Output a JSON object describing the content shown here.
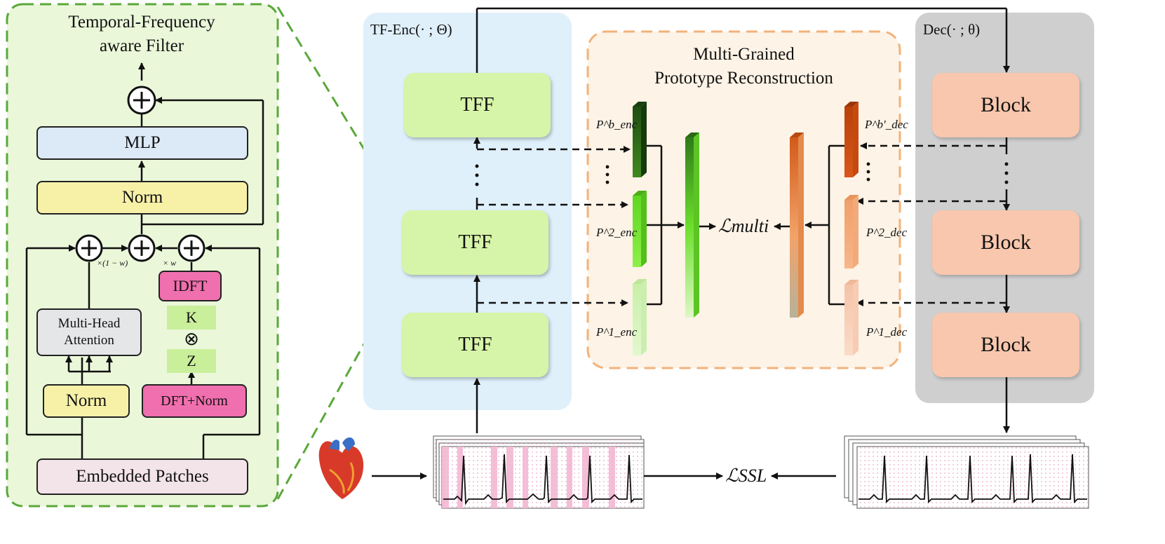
{
  "filter": {
    "title_line1": "Temporal-Frequency",
    "title_line2": "aware Filter",
    "mlp": "MLP",
    "norm_top": "Norm",
    "norm_bottom": "Norm",
    "mha": "Multi-Head Attention",
    "idft": "IDFT",
    "k": "K",
    "otimes": "⊗",
    "z": "Z",
    "dft_norm": "DFT+Norm",
    "embedded": "Embedded Patches",
    "weight_minus": "×(1 − w)",
    "weight": "× w"
  },
  "encoder": {
    "title": "TF-Enc(· ; Θ)",
    "blocks": [
      "TFF",
      "TFF",
      "TFF"
    ]
  },
  "decoder": {
    "title": "Dec(· ; θ)",
    "blocks": [
      "Block",
      "Block",
      "Block"
    ]
  },
  "mgpr": {
    "title_line1": "Multi-Grained",
    "title_line2": "Prototype Reconstruction",
    "enc_labels": [
      "P^b_enc",
      "P^2_enc",
      "P^1_enc"
    ],
    "dec_labels": [
      "P^b'_dec",
      "P^2_dec",
      "P^1_dec"
    ],
    "loss_multi": "ℒmulti"
  },
  "loss_ssl": "ℒSSL",
  "colors": {
    "filter_bg": "#eaf7d9",
    "filter_border": "#5aa83a",
    "enc_bg": "#dff0fb",
    "dec_bg": "#cfcfcf",
    "mgpr_bg": "#fdf3e6",
    "mgpr_border": "#f2b27a",
    "tff": "#d7f5a8",
    "block": "#f8c7ad",
    "mlp": "#dce9f7",
    "norm": "#f7f1a8",
    "idft": "#f06fae",
    "kz": "#c9ef9a",
    "mha": "#e4e6e8",
    "embed": "#f3e4e9"
  }
}
